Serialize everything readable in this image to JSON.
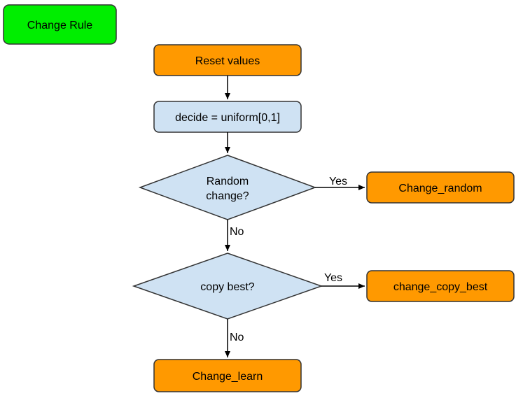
{
  "colors": {
    "green": "#00ee00",
    "orange": "#ff9900",
    "blue": "#cfe2f3",
    "border": "#333333",
    "arrow": "#000000"
  },
  "nodes": {
    "change_rule": "Change Rule",
    "reset_values": "Reset values",
    "decide": "decide = uniform[0,1]",
    "random_change_line1": "Random",
    "random_change_line2": "change?",
    "change_random": "Change_random",
    "copy_best": "copy best?",
    "change_copy_best": "change_copy_best",
    "change_learn": "Change_learn"
  },
  "edges": {
    "yes_random": "Yes",
    "no_random": "No",
    "yes_copy": "Yes",
    "no_copy": "No"
  }
}
